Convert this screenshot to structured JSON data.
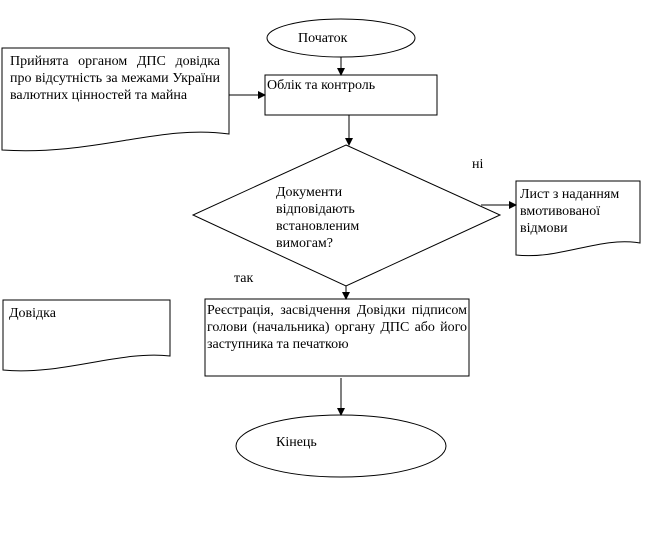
{
  "diagram": {
    "start": "Початок",
    "doc_certificate": "Прийнята органом ДПС довідка про відсутність за межами України валютних цінностей та майна",
    "process_control": "Облік та контроль",
    "decision": "Документи відповідають встановленим вимогам?",
    "label_no": "ні",
    "doc_refusal": "Лист з наданням вмотивованої відмови",
    "label_yes": "так",
    "doc_result": "Довідка",
    "process_register": "Реєстрація, засвідчення Довідки підписом голови (начальника) органу ДПС або його заступника та печаткою",
    "end": "Кінець"
  }
}
